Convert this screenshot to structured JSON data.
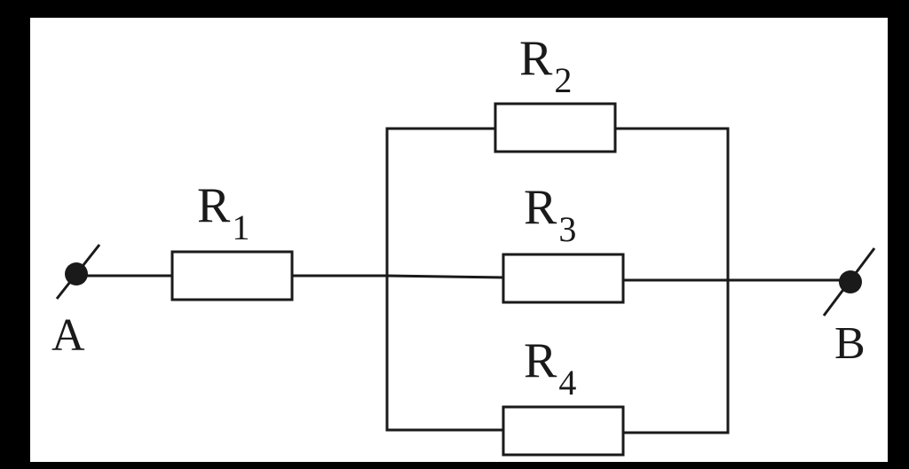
{
  "diagram": {
    "terminals": [
      {
        "id": "A",
        "label": "A"
      },
      {
        "id": "B",
        "label": "B"
      }
    ],
    "resistors": [
      {
        "id": "R1",
        "letter": "R",
        "subscript": "1"
      },
      {
        "id": "R2",
        "letter": "R",
        "subscript": "2"
      },
      {
        "id": "R3",
        "letter": "R",
        "subscript": "3"
      },
      {
        "id": "R4",
        "letter": "R",
        "subscript": "4"
      }
    ]
  },
  "colors": {
    "border": "#000000",
    "background": "#ffffff",
    "ink": "#1a1a1a"
  }
}
